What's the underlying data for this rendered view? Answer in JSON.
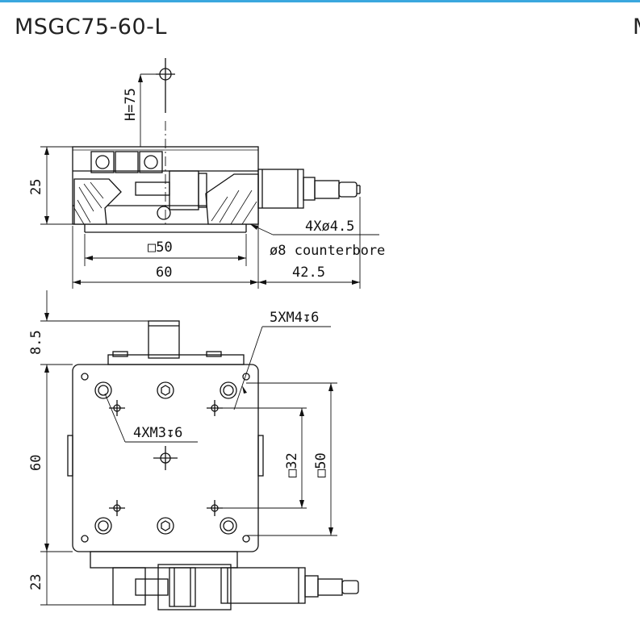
{
  "header": {
    "title": "MSGC75-60-L",
    "title_cutoff": "M",
    "accent_color": "#3aa7de"
  },
  "side_view": {
    "height_label": "H=75",
    "thickness_label": "25",
    "hole_label": "4Xø4.5",
    "counterbore_label": "ø8 counterbore",
    "square_label": "□50",
    "width_label": "60",
    "micrometer_label": "42.5"
  },
  "top_view": {
    "knob_label": "8.5",
    "top_holes_label": "5XM4↧6",
    "inner_holes_label": "4XM3↧6",
    "side_label": "60",
    "inner_square_label": "□32",
    "outer_square_label": "□50",
    "bottom_label": "23"
  }
}
